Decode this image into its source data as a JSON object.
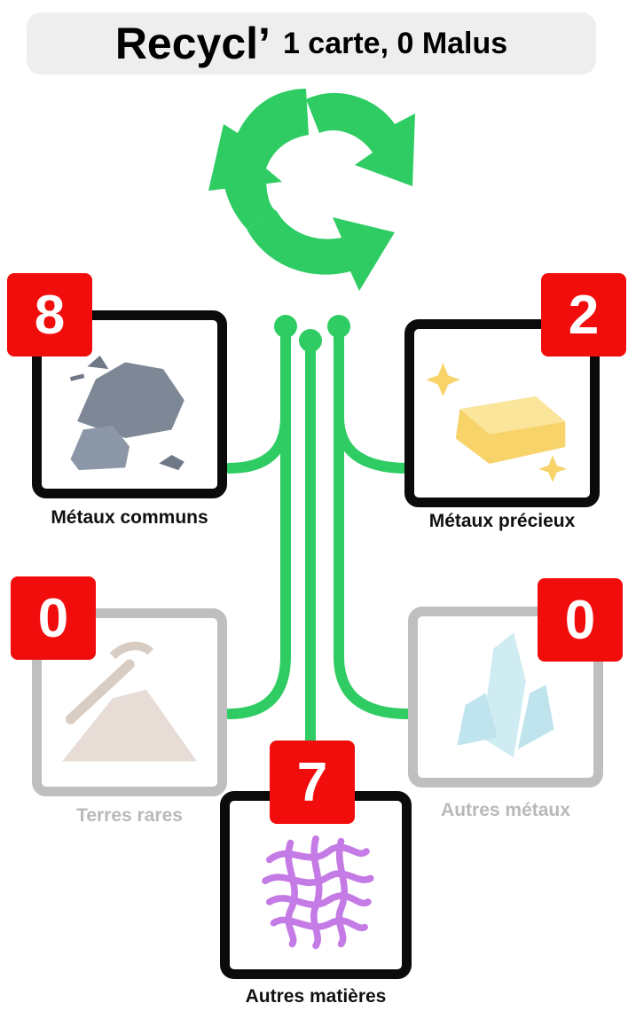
{
  "header": {
    "title": "Recycl’",
    "subtitle": "1 carte, 0 Malus"
  },
  "colors": {
    "accent_green": "#2ecc63",
    "badge_red": "#f20d0d",
    "card_border": "#0b0b0b",
    "card_border_dim": "#bfbfbf"
  },
  "icons": {
    "center": "recycle-icon"
  },
  "resources": {
    "metaux_communs": {
      "label": "Métaux communs",
      "count": "8",
      "icon": "rock-ore-icon"
    },
    "metaux_precieux": {
      "label": "Métaux précieux",
      "count": "2",
      "icon": "gold-bar-icon"
    },
    "terres_rares": {
      "label": "Terres rares",
      "count": "0",
      "icon": "pickaxe-mound-icon"
    },
    "autres_metaux": {
      "label": "Autres métaux",
      "count": "0",
      "icon": "crystal-icon"
    },
    "autres_matieres": {
      "label": "Autres matières",
      "count": "7",
      "icon": "fiber-mesh-icon"
    }
  }
}
